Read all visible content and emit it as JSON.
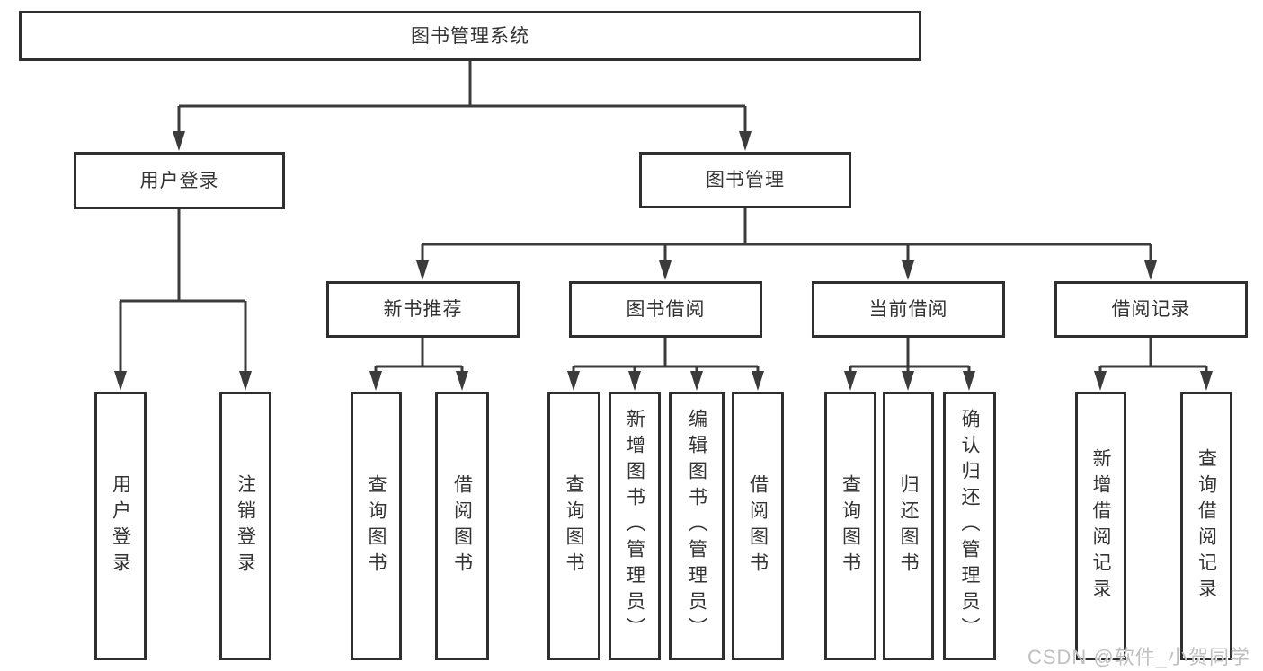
{
  "tree": {
    "root": "图书管理系统",
    "branches": [
      {
        "label": "用户登录",
        "children": [
          "用户登录",
          "注销登录"
        ]
      },
      {
        "label": "图书管理",
        "groups": [
          {
            "label": "新书推荐",
            "children": [
              "查询图书",
              "借阅图书"
            ]
          },
          {
            "label": "图书借阅",
            "children": [
              "查询图书",
              "新增图书（管理员）",
              "编辑图书（管理员）",
              "借阅图书"
            ]
          },
          {
            "label": "当前借阅",
            "children": [
              "查询图书",
              "归还图书",
              "确认归还（管理员）"
            ]
          },
          {
            "label": "借阅记录",
            "children": [
              "新增借阅记录",
              "查询借阅记录"
            ]
          }
        ]
      }
    ]
  },
  "watermark": "CSDN @软件_小贺同学",
  "colors": {
    "line": "#3b3b3b",
    "box_border": "#2f2f2f",
    "text": "#333333",
    "watermark": "#c1bfbf",
    "background": "#ffffff"
  }
}
